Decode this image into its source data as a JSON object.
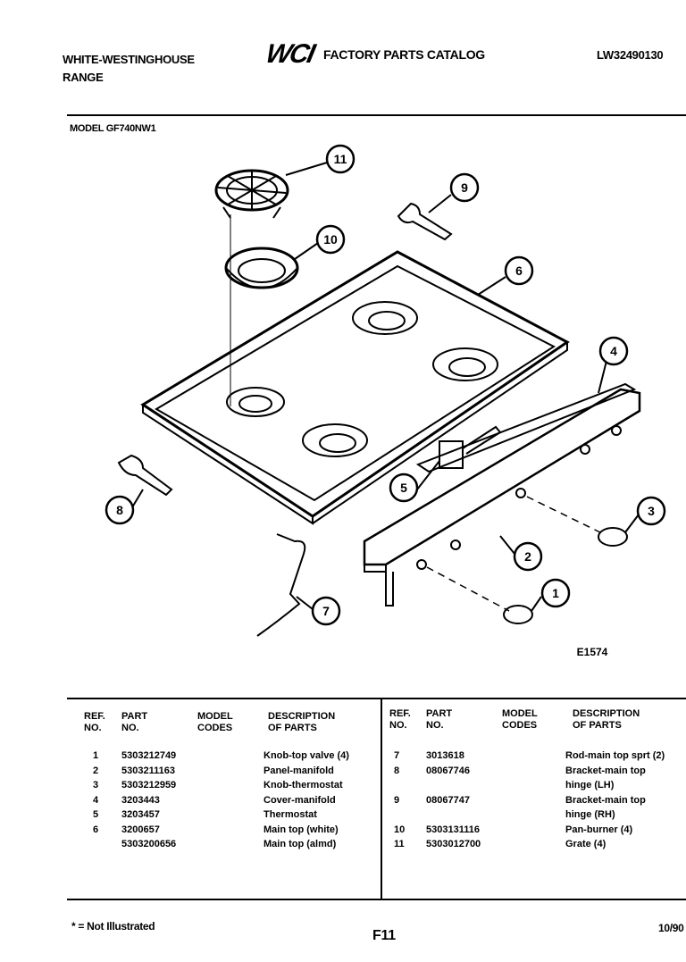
{
  "header": {
    "brand_line1": "WHITE-WESTINGHOUSE",
    "brand_line2": "RANGE",
    "logo_text": "WCI",
    "catalog_title": "FACTORY PARTS CATALOG",
    "catalog_number": "LW32490130",
    "model": "MODEL GF740NW1"
  },
  "diagram": {
    "code": "E1574",
    "callouts": [
      "11",
      "10",
      "9",
      "6",
      "4",
      "5",
      "8",
      "3",
      "2",
      "7",
      "1"
    ]
  },
  "table": {
    "headers": {
      "ref": [
        "REF.",
        "NO."
      ],
      "part": [
        "PART",
        "NO."
      ],
      "model": [
        "MODEL",
        "CODES"
      ],
      "desc": [
        "DESCRIPTION",
        "OF PARTS"
      ]
    },
    "left": {
      "ref": [
        "1",
        "2",
        "3",
        "4",
        "5",
        "6",
        ""
      ],
      "part": [
        "5303212749",
        "5303211163",
        "5303212959",
        "3203443",
        "3203457",
        "3200657",
        "5303200656"
      ],
      "desc": [
        "Knob-top valve (4)",
        "Panel-manifold",
        "Knob-thermostat",
        "Cover-manifold",
        "Thermostat",
        "Main top (white)",
        "Main top (almd)"
      ]
    },
    "right": {
      "ref": [
        "7",
        "8",
        "",
        "9",
        "",
        "10",
        "11"
      ],
      "part": [
        "3013618",
        "08067746",
        "",
        "08067747",
        "",
        "5303131116",
        "5303012700"
      ],
      "desc": [
        "Rod-main top sprt (2)",
        "Bracket-main top",
        "hinge (LH)",
        "Bracket-main top",
        "hinge (RH)",
        "Pan-burner (4)",
        "Grate (4)"
      ]
    }
  },
  "footer": {
    "note": "* = Not Illustrated",
    "page": "F11",
    "date": "10/90"
  }
}
